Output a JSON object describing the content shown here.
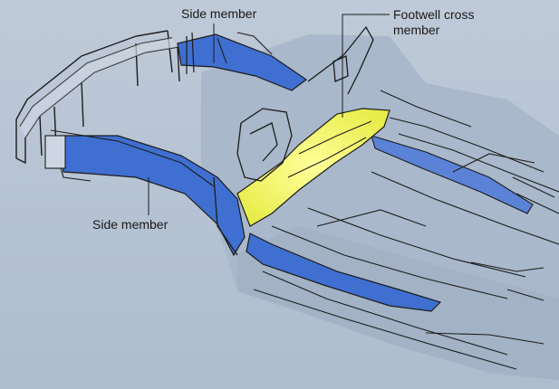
{
  "labels": {
    "side_member_top": "Side member",
    "side_member_left": "Side member",
    "footwell_line1": "Footwell  cross",
    "footwell_line2": "member"
  },
  "colors": {
    "background": "#b9c6d6",
    "panel": "#aebccd",
    "panel_dark": "#9fafc2",
    "side_member": "#3f6fd0",
    "cross_member": "#f3f36a",
    "outline": "#1c1c1c"
  }
}
